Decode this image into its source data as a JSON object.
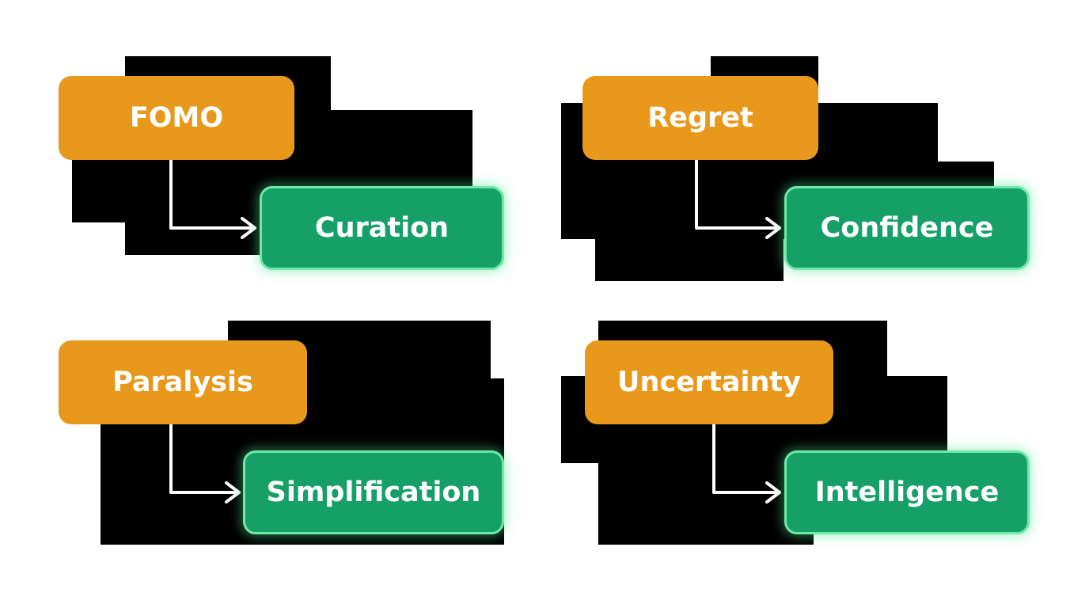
{
  "colors": {
    "background": "#ffffff",
    "shadow_block": "#000000",
    "problem_box": "#e8991c",
    "solution_box": "#16a067",
    "solution_glow": "#6fe8a8",
    "arrow": "#ffffff"
  },
  "pairs": [
    {
      "problem": "FOMO",
      "solution": "Curation"
    },
    {
      "problem": "Regret",
      "solution": "Confidence"
    },
    {
      "problem": "Paralysis",
      "solution": "Simplification"
    },
    {
      "problem": "Uncertainty",
      "solution": "Intelligence"
    }
  ]
}
